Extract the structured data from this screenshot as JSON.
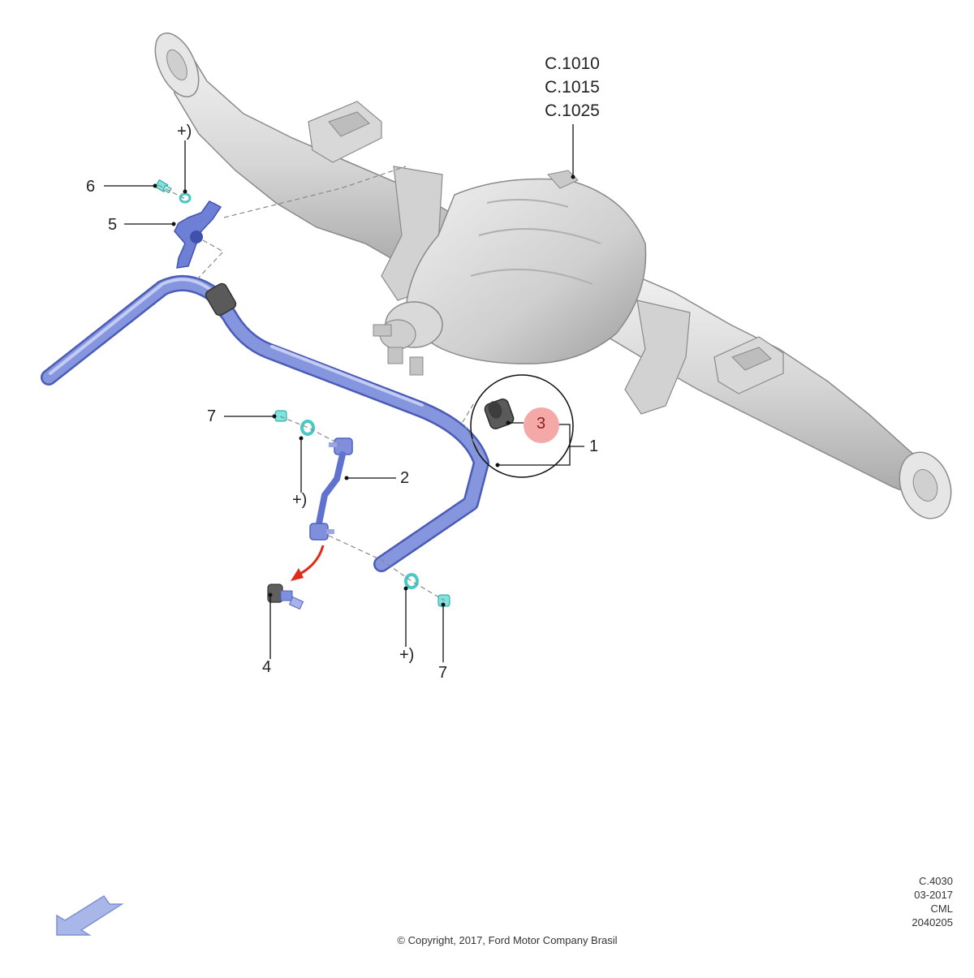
{
  "diagram": {
    "axle_refs": [
      "C.1010",
      "C.1015",
      "C.1025"
    ],
    "callouts": {
      "c1": "1",
      "c2": "2",
      "c3": "3",
      "c4": "4",
      "c5": "5",
      "c6": "6",
      "c7a": "7",
      "c7b": "7",
      "plus_a": "+)",
      "plus_b": "+)",
      "plus_c": "+)"
    },
    "meta": [
      "C.4030",
      "03-2017",
      "CML",
      "2040205"
    ],
    "copyright": "© Copyright, 2017, Ford Motor Company Brasil",
    "colors": {
      "part_blue": "#7f8fdc",
      "part_blue_dark": "#5b6cc9",
      "casting_gray": "#dcdcdc",
      "casting_dark": "#a9a9a9",
      "fastener_cyan": "#7fe3e0",
      "hotspot_pink": "#f4a8a8",
      "arrow_red": "#e02a1a",
      "nav_arrow": "#a9b7e8"
    }
  }
}
